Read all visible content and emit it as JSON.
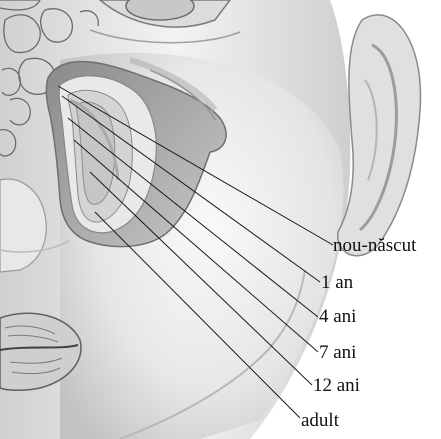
{
  "labels": {
    "newborn": "nou-născut",
    "age_1": "1 an",
    "age_4": "4 ani",
    "age_7": "7 ani",
    "age_12": "12 ani",
    "adult": "adult"
  },
  "colors": {
    "line": "#1a1a1a",
    "skin_light": "#f4f4f4",
    "skin_shade": "#b9b9b9",
    "cavity": "#9a9a9a"
  }
}
